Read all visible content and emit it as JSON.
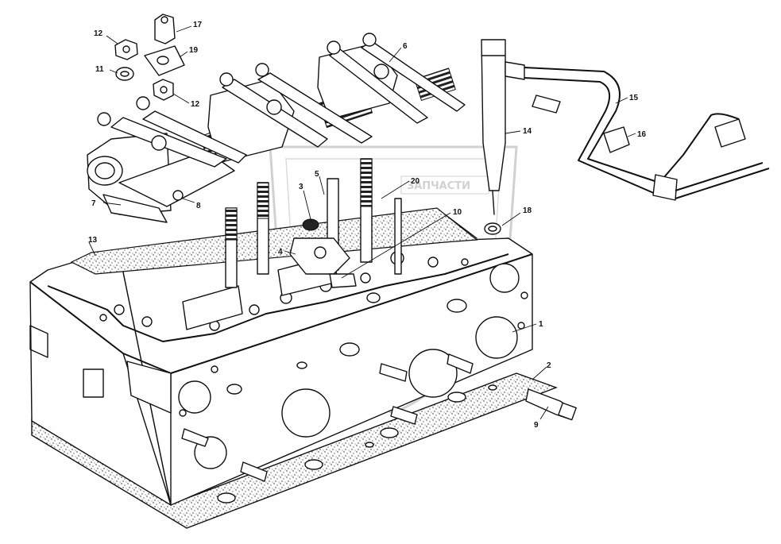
{
  "watermark": {
    "text": "ЗАПЧАСТИ",
    "color": "#9a9a9a"
  },
  "callouts": [
    {
      "id": "c1",
      "label": "1"
    },
    {
      "id": "c2",
      "label": "2"
    },
    {
      "id": "c3",
      "label": "3"
    },
    {
      "id": "c4",
      "label": "4"
    },
    {
      "id": "c5",
      "label": "5"
    },
    {
      "id": "c6",
      "label": "6"
    },
    {
      "id": "c7",
      "label": "7"
    },
    {
      "id": "c8",
      "label": "8"
    },
    {
      "id": "c9",
      "label": "9"
    },
    {
      "id": "c10",
      "label": "10"
    },
    {
      "id": "c11",
      "label": "11"
    },
    {
      "id": "c12a",
      "label": "12"
    },
    {
      "id": "c12b",
      "label": "12"
    },
    {
      "id": "c13",
      "label": "13"
    },
    {
      "id": "c14",
      "label": "14"
    },
    {
      "id": "c15",
      "label": "15"
    },
    {
      "id": "c16",
      "label": "16"
    },
    {
      "id": "c17",
      "label": "17"
    },
    {
      "id": "c18",
      "label": "18"
    },
    {
      "id": "c19",
      "label": "19"
    },
    {
      "id": "c20",
      "label": "20"
    }
  ]
}
